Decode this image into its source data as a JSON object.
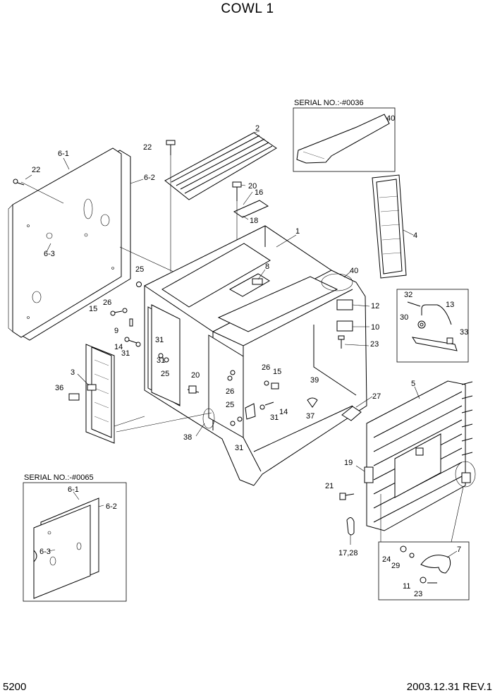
{
  "header": {
    "title": "COWL 1"
  },
  "footer": {
    "page_number": "5200",
    "revision": "2003.12.31  REV.1"
  },
  "serial_notes": {
    "top_box": "SERIAL NO.:-#0036",
    "bottom_box": "SERIAL NO.:-#0065"
  },
  "callouts": {
    "c1": "1",
    "c2": "2",
    "c3": "3",
    "c4": "4",
    "c5": "5",
    "c6_1": "6-1",
    "c6_2": "6-2",
    "c6_3": "6-3",
    "c6_1b": "6-1",
    "c6_2b": "6-2",
    "c6_3b": "6-3",
    "c7": "7",
    "c8": "8",
    "c9": "9",
    "c10": "10",
    "c11": "11",
    "c12": "12",
    "c13": "13",
    "c14a": "14",
    "c14b": "14",
    "c15a": "15",
    "c15b": "15",
    "c16": "16",
    "c17_28": "17,28",
    "c18": "18",
    "c19": "19",
    "c20a": "20",
    "c20b": "20",
    "c21": "21",
    "c22a": "22",
    "c22b": "22",
    "c23a": "23",
    "c23b": "23",
    "c24": "24",
    "c25a": "25",
    "c25b": "25",
    "c25c": "25",
    "c26a": "26",
    "c26b": "26",
    "c26c": "26",
    "c27": "27",
    "c29": "29",
    "c30": "30",
    "c31a": "31",
    "c31b": "31",
    "c31c": "31",
    "c31d": "31",
    "c32": "32",
    "c33": "33",
    "c36": "36",
    "c37": "37",
    "c38": "38",
    "c39": "39",
    "c40a": "40",
    "c40b": "40"
  }
}
